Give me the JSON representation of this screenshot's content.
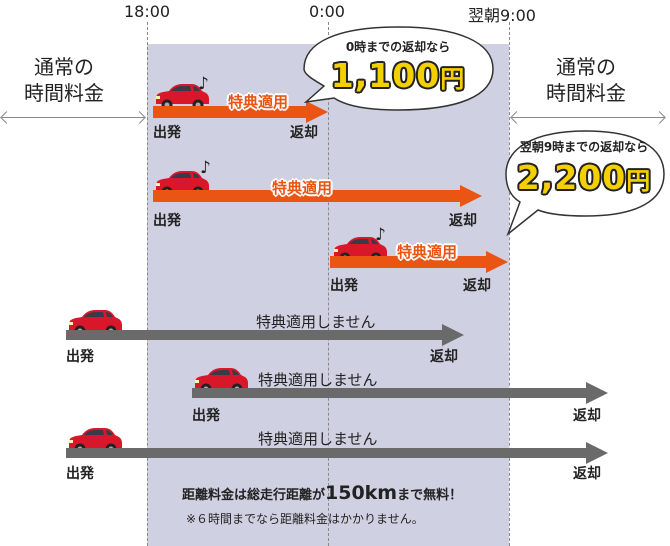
{
  "timeline": {
    "t1": "18:00",
    "t2": "0:00",
    "t3": "翌朝9:00"
  },
  "side_labels": {
    "left": [
      "通常の",
      "時間料金"
    ],
    "right": [
      "通常の",
      "時間料金"
    ]
  },
  "rows": [
    {
      "benefit": "特典適用",
      "depart": "出発",
      "return": "返却"
    },
    {
      "benefit": "特典適用",
      "depart": "出発",
      "return": "返却"
    },
    {
      "benefit": "特典適用",
      "depart": "出発",
      "return": "返却"
    },
    {
      "benefit": "特典適用しません",
      "depart": "出発",
      "return": "返却"
    },
    {
      "benefit": "特典適用しません",
      "depart": "出発",
      "return": "返却"
    },
    {
      "benefit": "特典適用しません",
      "depart": "出発",
      "return": "返却"
    }
  ],
  "bubbles": [
    {
      "caption": "0時までの返却なら",
      "price": "1,100",
      "unit": "円"
    },
    {
      "caption": "翌朝9時までの返却なら",
      "price": "2,200",
      "unit": "円"
    }
  ],
  "notes": {
    "main_prefix": "距離料金は総走行距離が",
    "main_highlight": "150km",
    "main_suffix": "まで無料！",
    "sub": "※６時間までなら距離料金はかかりません。"
  },
  "icons": {
    "car": "red-car-icon",
    "music": "music-note-icon"
  },
  "colors": {
    "benefit": "#ea5514",
    "no_benefit": "#6a6a6a",
    "shade": "#cfd0e1",
    "price": "#f5d000",
    "car": "#d8182a"
  }
}
